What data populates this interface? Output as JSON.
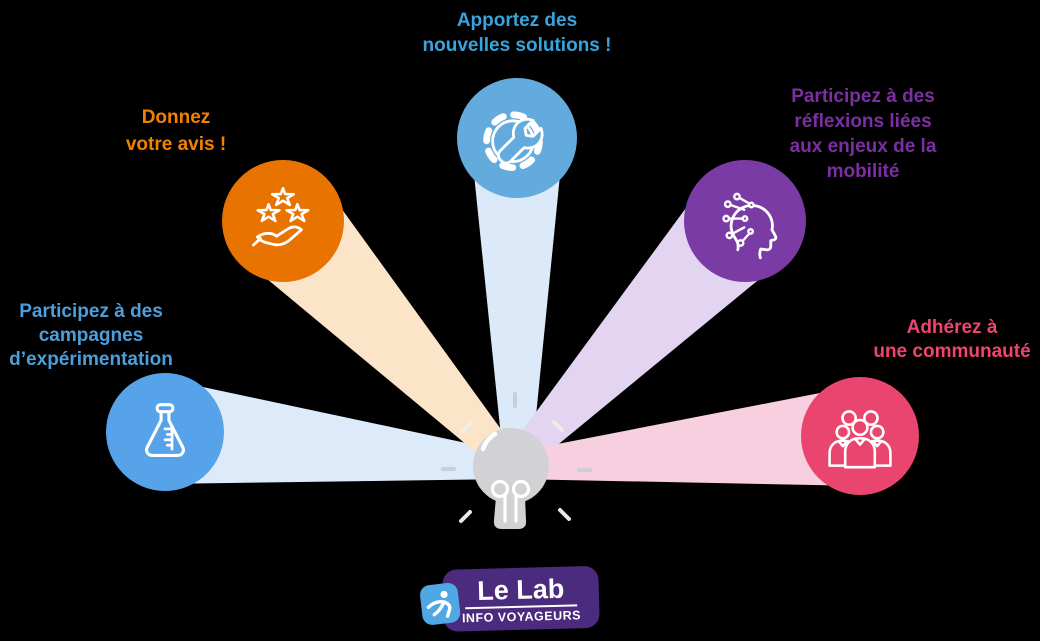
{
  "background_color": "#000000",
  "nodes": [
    {
      "id": "solutions",
      "label": "Apportez des\nnouvelles solutions !",
      "text_color": "#38A3DC",
      "circle_color": "#64ABDD",
      "beam_color": "#DCE9F8",
      "icon": "wrench-gear-icon"
    },
    {
      "id": "avis",
      "label": "Donnez\nvotre avis !",
      "text_color": "#F28100",
      "circle_color": "#E87300",
      "beam_color": "#FCE4C9",
      "icon": "hand-stars-icon"
    },
    {
      "id": "experimentation",
      "label": "Participez à des\ncampagnes\nd’expérimentation",
      "text_color": "#4D9FDC",
      "circle_color": "#57A3E9",
      "beam_color": "#DDEAF9",
      "icon": "flask-icon"
    },
    {
      "id": "mobilite",
      "label": "Participez à des\nréflexions liées\naux enjeux de la\nmobilité",
      "text_color": "#7C2FA3",
      "circle_color": "#7B3BA5",
      "beam_color": "#E3D4F2",
      "icon": "head-circuit-icon"
    },
    {
      "id": "communaute",
      "label": "Adhérez à\nune communauté",
      "text_color": "#F0436E",
      "circle_color": "#E9456E",
      "beam_color": "#F8CFDF",
      "icon": "people-icon"
    }
  ],
  "center": {
    "icon": "lightbulb-icon",
    "bulb_color": "#D2D2D5"
  },
  "logo": {
    "title": "Le Lab",
    "subtitle": "INFO VOYAGEURS",
    "badge_color": "#4A2B7E",
    "icon_color": "#4FA7E3",
    "icon": "runner-icon"
  }
}
